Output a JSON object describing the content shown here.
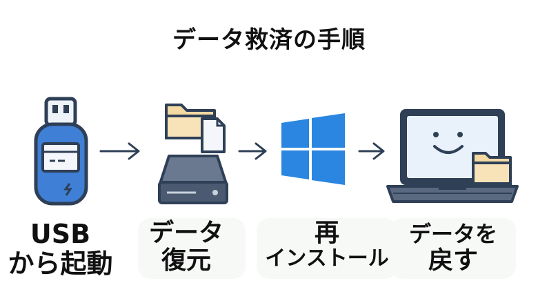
{
  "title": "データ救済の手順",
  "steps": [
    {
      "icon": "usb-drive-icon",
      "label_line1": "USB",
      "label_line2": "から起動"
    },
    {
      "icon": "hard-drive-with-folder-icon",
      "label_line1": "データ",
      "label_line2": "復元"
    },
    {
      "icon": "windows-logo-icon",
      "label_line1": "再",
      "label_line2": "インストール"
    },
    {
      "icon": "laptop-with-folder-icon",
      "label_line1": "データを",
      "label_line2": "戻す"
    }
  ],
  "arrow_icon": "right-arrow-icon",
  "colors": {
    "outline": "#2e3f56",
    "usb_blue": "#3f7fd6",
    "folder_tan": "#f4d9a3",
    "drive_gray": "#5a6980",
    "windows_blue": "#2a86e0",
    "screen_blue": "#e9f1fb"
  }
}
